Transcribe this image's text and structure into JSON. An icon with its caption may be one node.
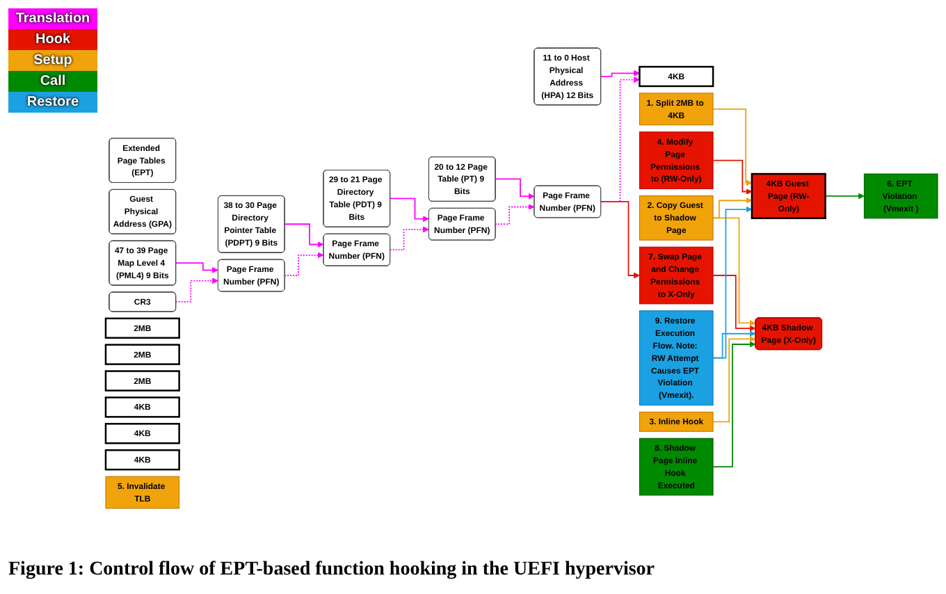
{
  "diagram": {
    "caption": "Figure 1: Control flow of EPT-based function hooking in the UEFI hypervisor",
    "nodes": [
      {
        "text": [
          "Extended Page Tables (EPT)"
        ]
      },
      {
        "text": [
          "Guest Physical Address (GPA)"
        ]
      },
      {
        "text": [
          "47 to 39 Page Map Level 4 (PML4) 9 Bits"
        ]
      },
      {
        "text": [
          "38 to 30 Page Directory Pointer Table (PDPT) 9 Bits"
        ]
      },
      {
        "text": [
          "29 to 21 Page Directory Table (PDT) 9 Bits"
        ]
      },
      {
        "text": [
          "20 to 12 Page Table (PT) 9 Bits"
        ]
      },
      {
        "text": [
          "11 to 0 Host Physical Address (HPA) 12 Bits"
        ]
      },
      {
        "text": [
          "CR3"
        ]
      },
      {
        "text": [
          "2MB"
        ]
      },
      {
        "text": [
          "2MB"
        ]
      },
      {
        "text": [
          "4KB Guest Page (RW-Only)"
        ]
      },
      {
        "text": [
          "2MB"
        ]
      },
      {
        "text": [
          "Page Frame Number (PFN)"
        ]
      },
      {
        "text": [
          "Page Frame Number (PFN)"
        ]
      },
      {
        "text": [
          "Page Frame Number (PFN)"
        ]
      },
      {
        "text": [
          "Page Frame Number (PFN)"
        ]
      },
      {
        "text": [
          "4KB"
        ]
      },
      {
        "text": [
          "4KB"
        ]
      },
      {
        "text": [
          "4KB"
        ]
      },
      {
        "text": [
          "4KB"
        ]
      },
      {
        "text": [
          "7. Swap Page and Change Permissions to X-Only"
        ]
      },
      {
        "text": [
          "4KB Shadow Page (X-Only)"
        ]
      },
      {
        "text": [
          "1. Split 2MB to 4KB"
        ]
      },
      {
        "text": [
          "2. Copy Guest to Shadow Page"
        ]
      },
      {
        "text": [
          "3. Inline Hook"
        ]
      },
      {
        "text": [
          "4. Modify Page Permissions to (RW-Only)"
        ]
      },
      {
        "text": [
          "5. Invalidate TLB"
        ]
      },
      {
        "text": [
          "6. EPT Violation (Vmexit )"
        ]
      },
      {
        "text": [
          "8. Shadow Page Inline Hook Executed"
        ]
      },
      {
        "text": [
          "9. Restore Execution Flow. Note: RW Attempt Causes EPT Violation (Vmexit)."
        ]
      }
    ],
    "edges": [
      {
        "from": 2,
        "to": 12,
        "arrow": "to"
      },
      {
        "from": 3,
        "to": 13,
        "arrow": "to"
      },
      {
        "from": 4,
        "to": 14,
        "arrow": "to"
      },
      {
        "from": 5,
        "to": 15,
        "arrow": "to"
      },
      {
        "from": 6,
        "to": 17,
        "arrow": "to"
      },
      {
        "from": 7,
        "to": 12,
        "arrow": "to",
        "style": "dashed"
      },
      {
        "from": 12,
        "to": 13,
        "arrow": "to",
        "style": "dashed"
      },
      {
        "from": 13,
        "to": 14,
        "arrow": "to",
        "style": "dashed"
      },
      {
        "from": 14,
        "to": 15,
        "arrow": "to",
        "style": "dashed"
      },
      {
        "from": 15,
        "to": 17,
        "arrow": "to",
        "style": "dashed"
      },
      {
        "from": 15,
        "to": 20,
        "arrow": "to",
        "color": "#e51400"
      },
      {
        "from": 20,
        "to": 21,
        "arrow": "to",
        "color": "#e51400"
      },
      {
        "from": 22,
        "to": 10,
        "arrow": "to",
        "color": "#f0a30a"
      },
      {
        "from": 23,
        "to": 10,
        "arrow": "to",
        "color": "#f0a30a"
      },
      {
        "from": 23,
        "to": 21,
        "arrow": "to",
        "color": "#f0a30a"
      },
      {
        "from": 24,
        "to": 21,
        "arrow": "to",
        "color": "#f0a30a"
      },
      {
        "from": 25,
        "to": 10,
        "arrow": "to",
        "color": "#e51400"
      },
      {
        "from": 10,
        "to": 27,
        "arrow": "to",
        "color": "#008a00"
      },
      {
        "from": 28,
        "to": 21,
        "arrow": "to",
        "color": "#008a00"
      },
      {
        "from": 29,
        "to": 10,
        "arrow": "to",
        "color": "#1ba1e2"
      },
      {
        "from": 29,
        "to": 21,
        "arrow": "to",
        "color": "#1ba1e2"
      }
    ],
    "legend": [
      {
        "text": "Translation",
        "color": "#ff00ff"
      },
      {
        "text": "Hook",
        "color": "#e51400"
      },
      {
        "text": "Setup",
        "color": "#f0a30a"
      },
      {
        "text": "Call",
        "color": "#008a00"
      },
      {
        "text": "Restore",
        "color": "#1ba1e2"
      }
    ]
  }
}
